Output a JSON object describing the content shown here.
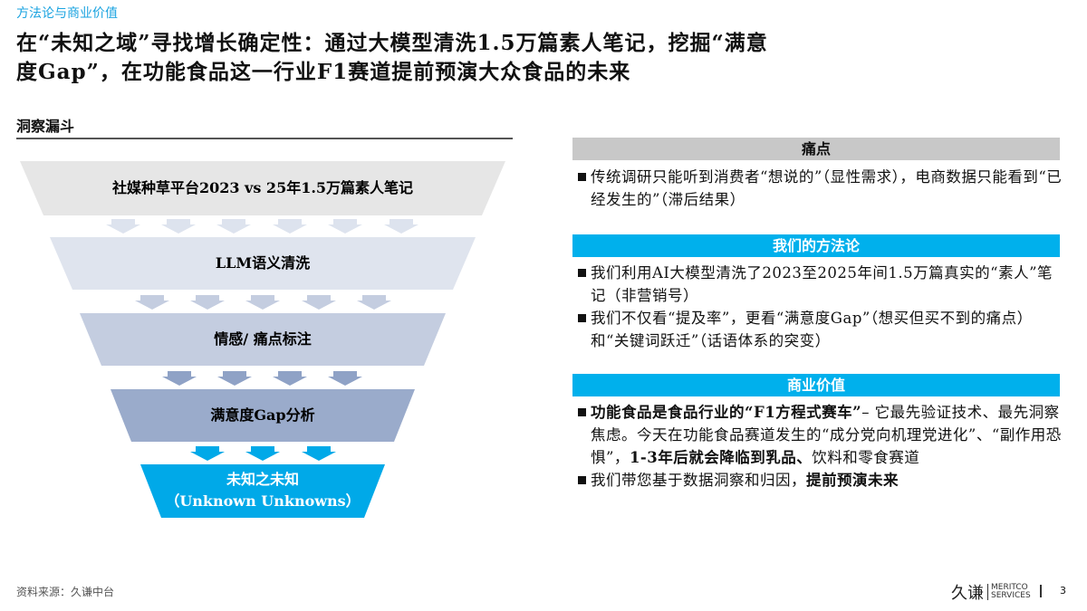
{
  "section": "方法论与商业价值",
  "title": {
    "line1": "在“未知之域”寻找增长确定性：通过大模型清洗1.5万篇素人笔记，挖掘“满意",
    "line2": "度Gap”，在功能食品这一行业F1赛道提前预演大众食品的未来"
  },
  "funnel": {
    "label": "洞察漏斗",
    "layers": [
      "社媒种草平台2023 vs 25年1.5万篇素人笔记",
      "LLM语义清洗",
      "情感/ 痛点标注",
      "满意度Gap分析",
      "未知之未知",
      "（Unknown Unknowns）"
    ]
  },
  "panels": {
    "pain": {
      "header": "痛点",
      "items": [
        "传统调研只能听到消费者“想说的”（显性需求），电商数据只能看到“已经发生的”（滞后结果）"
      ]
    },
    "method": {
      "header": "我们的方法论",
      "items": [
        "我们利用AI大模型清洗了2023至2025年间1.5万篇真实的“素人”笔记（非营销号）",
        "我们不仅看“提及率”，更看“满意度Gap”（想买但买不到的痛点）和“关键词跃迁”（话语体系的突变）"
      ]
    },
    "value": {
      "header": "商业价值",
      "item1_bold": "功能食品是食品行业的“F1方程式赛车”",
      "item1_rest": "– 它最先验证技术、最先洞察焦虑。今天在功能食品赛道发生的“成分党向机理党进化”、“副作用恐惧”，",
      "item1_bold2": "1-3年后就会降临到乳品、",
      "item1_end": "饮料和零食赛道",
      "item2_plain": "我们带您基于数据洞察和归因，",
      "item2_bold": "提前预演未来"
    }
  },
  "footer": {
    "source": "资料来源：久谦中台",
    "logo_cn": "久谦",
    "logo_en1": "MERITCO",
    "logo_en2": "SERVICES",
    "page": "3"
  },
  "colors": {
    "accent": "#00b0ec",
    "gray_header": "#c8c8c8"
  }
}
